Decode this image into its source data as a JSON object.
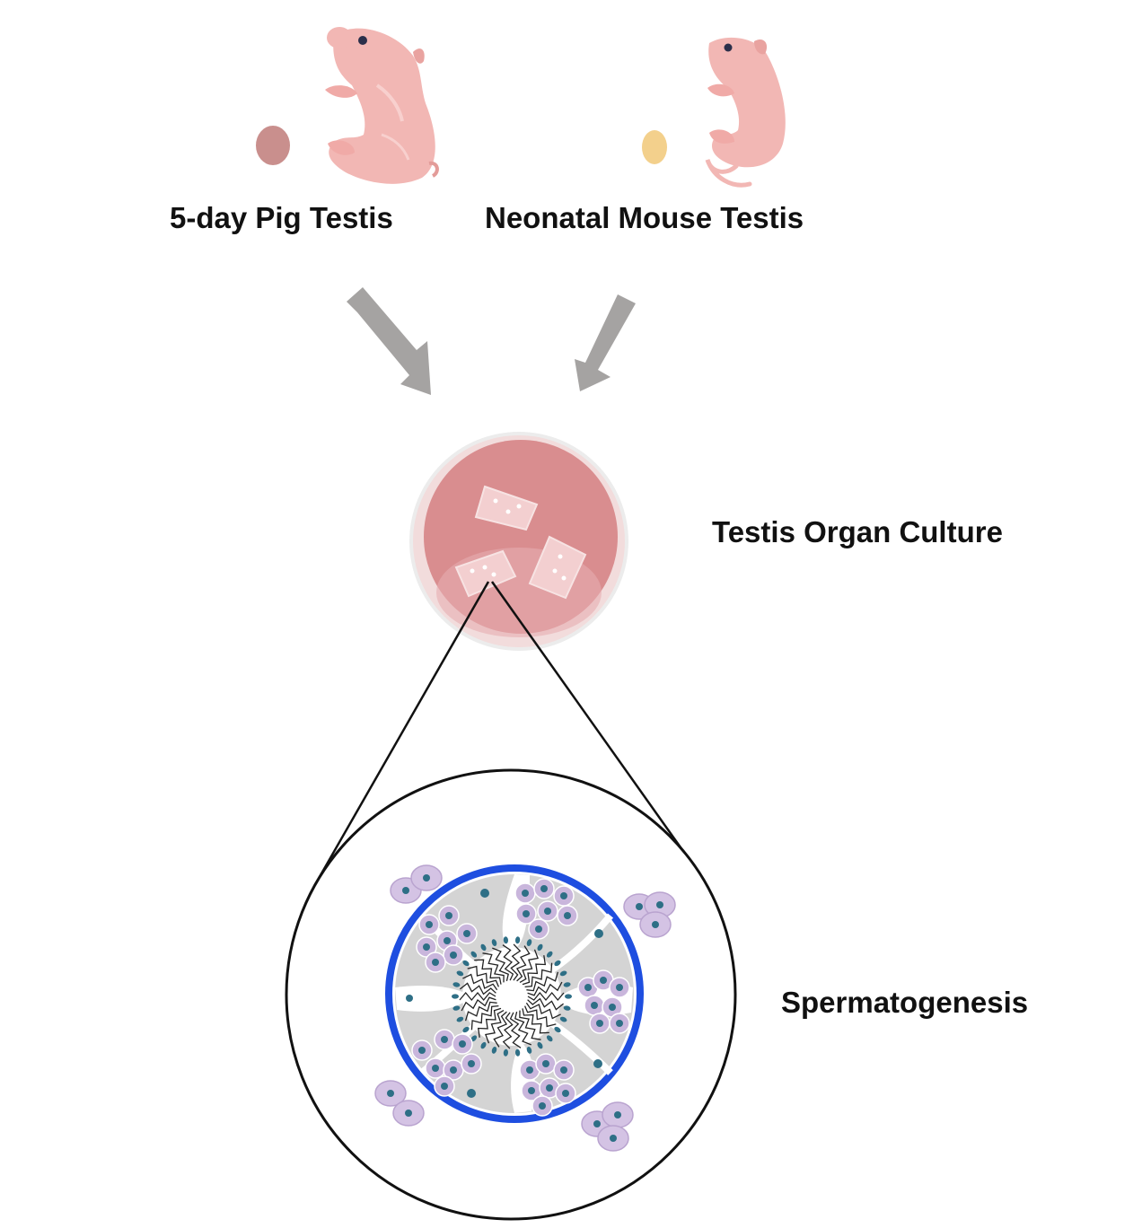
{
  "labels": {
    "pig": "5-day Pig Testis",
    "mouse": "Neonatal Mouse Testis",
    "culture": "Testis Organ Culture",
    "spermatogenesis": "Spermatogenesis"
  },
  "colors": {
    "animal_pink": "#f2b7b4",
    "pig_testis": "#c98f8d",
    "mouse_testis": "#f3d08c",
    "arrow": "#a5a3a2",
    "dish_medium": "#d98d8f",
    "tubule_border": "#1e4ee0",
    "cell_purple": "#c9b6dc",
    "nucleus": "#2e6f86",
    "lumen_gray": "#d4d4d4"
  }
}
